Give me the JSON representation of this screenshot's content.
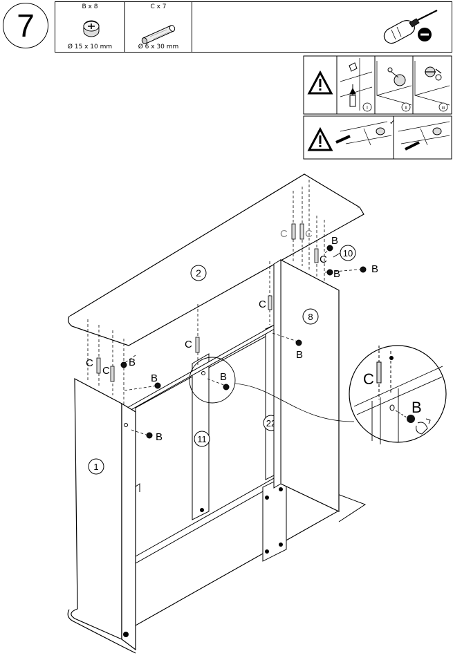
{
  "step": {
    "number": "7"
  },
  "parts": [
    {
      "qty": "B x 8",
      "size": "Ø 15 x 10 mm",
      "icon": "cam-lock-icon"
    },
    {
      "qty": "C x 7",
      "size": "Ø 6 x 30 mm",
      "icon": "wooden-dowel-icon"
    }
  ],
  "tool": {
    "icon": "screwdriver-icon",
    "type_icon": "flathead-minus-icon"
  },
  "warnings": {
    "panel1": {
      "roman": [
        "I",
        "II",
        "III"
      ]
    },
    "panel2": {
      "check": "✓"
    }
  },
  "labels": {
    "panel_2": "2",
    "panel_8": "8",
    "panel_10": "10",
    "panel_1": "1",
    "panel_11": "11",
    "panel_22": "22",
    "fastener_C": "C",
    "fastener_B": "B"
  }
}
